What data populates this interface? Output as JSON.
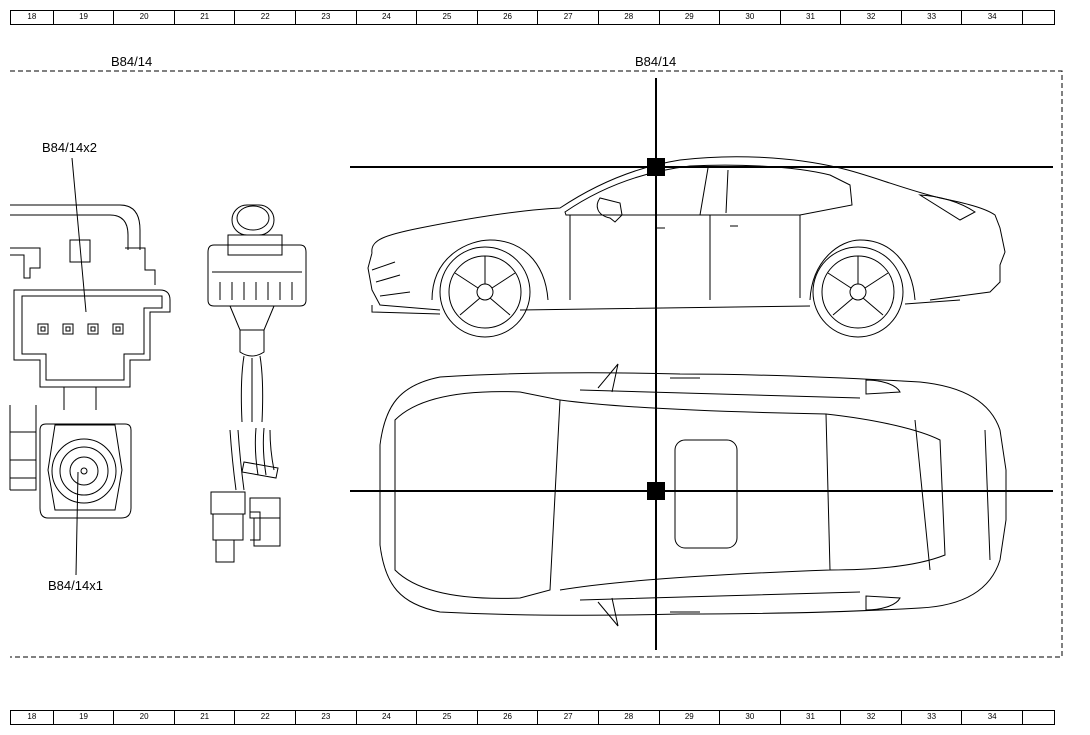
{
  "ruler": {
    "columns": [
      "18",
      "19",
      "20",
      "21",
      "22",
      "23",
      "24",
      "25",
      "26",
      "27",
      "28",
      "29",
      "30",
      "31",
      "32",
      "33",
      "34",
      ""
    ]
  },
  "labels": {
    "component_left": "B84/14",
    "component_right": "B84/14",
    "connector_x2": "B84/14x2",
    "connector_x1": "B84/14x1"
  },
  "colors": {
    "ink": "#000000",
    "background": "#ffffff"
  }
}
